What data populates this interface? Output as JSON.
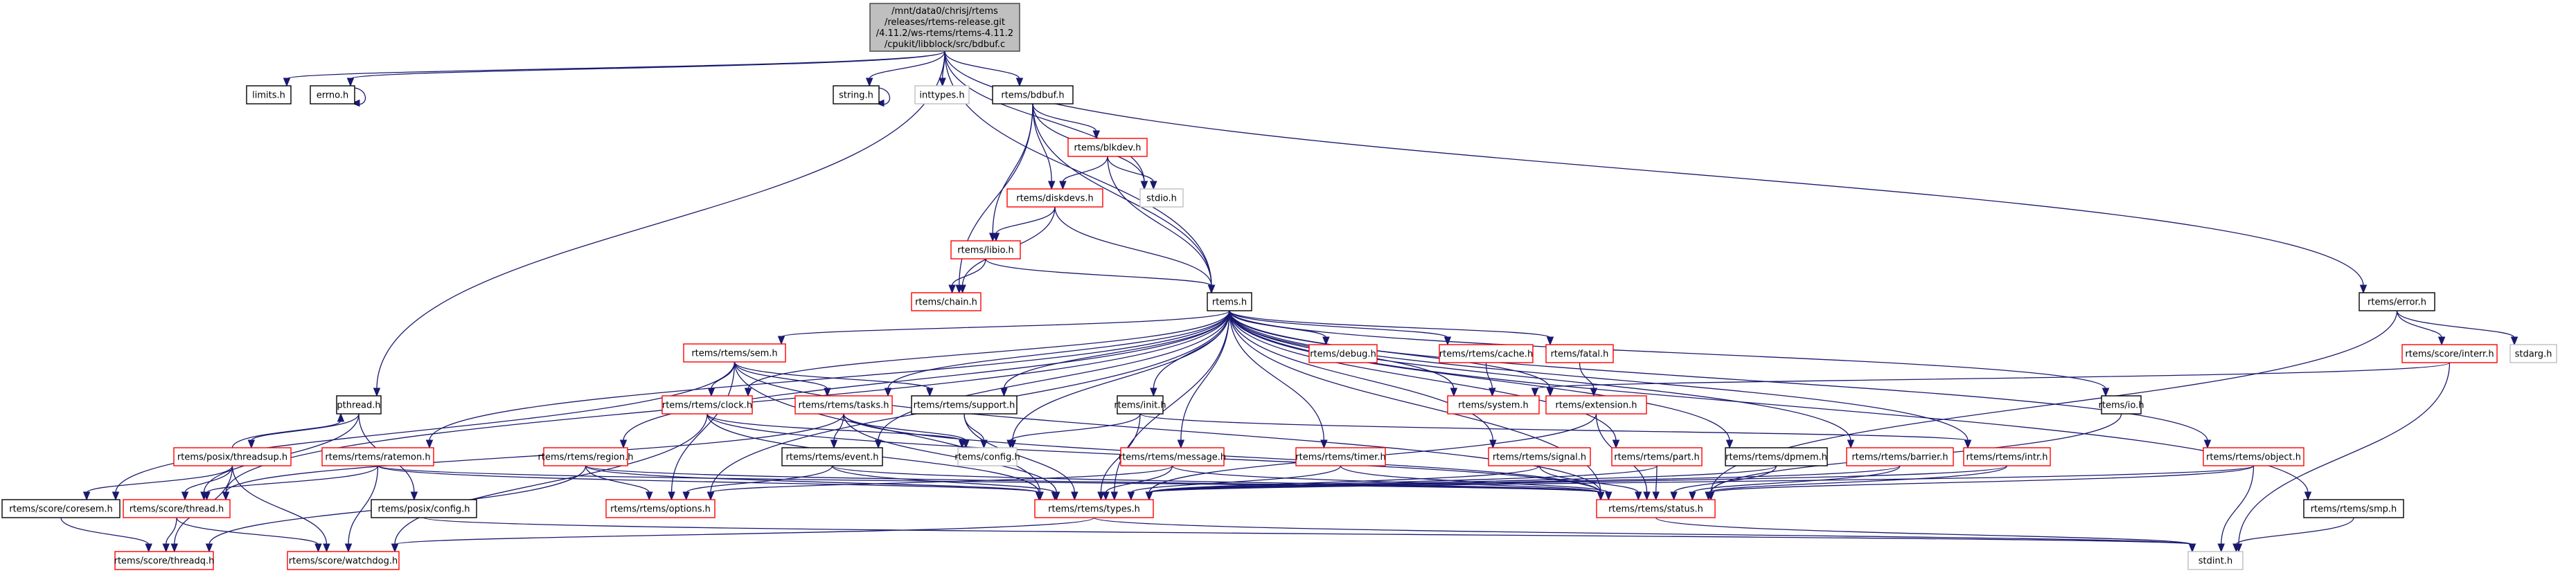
{
  "diagram": {
    "type": "include-dependency-graph",
    "colors": {
      "edge": "#191970",
      "root_fill": "#bfbfbf",
      "root_border": "#404040",
      "documented_border": "#000000",
      "truncated_border": "#ff0000",
      "external_border": "#bfbfbf",
      "node_fill": "#ffffff"
    },
    "nodes": [
      {
        "id": "root",
        "kind": "root",
        "lines": [
          "/mnt/data0/chrisj/rtems",
          "/releases/rtems-release.git",
          "/4.11.2/ws-rtems/rtems-4.11.2",
          "/cpukit/libblock/src/bdbuf.c"
        ]
      },
      {
        "id": "limits",
        "kind": "documented",
        "lines": [
          "limits.h"
        ]
      },
      {
        "id": "errno",
        "kind": "documented",
        "lines": [
          "errno.h"
        ]
      },
      {
        "id": "string",
        "kind": "documented",
        "lines": [
          "string.h"
        ]
      },
      {
        "id": "inttypes",
        "kind": "external",
        "lines": [
          "inttypes.h"
        ]
      },
      {
        "id": "bdbuf",
        "kind": "documented",
        "lines": [
          "rtems/bdbuf.h"
        ]
      },
      {
        "id": "blkdev",
        "kind": "truncated",
        "lines": [
          "rtems/blkdev.h"
        ]
      },
      {
        "id": "diskdevs",
        "kind": "truncated",
        "lines": [
          "rtems/diskdevs.h"
        ]
      },
      {
        "id": "stdio",
        "kind": "external",
        "lines": [
          "stdio.h"
        ]
      },
      {
        "id": "libio",
        "kind": "truncated",
        "lines": [
          "rtems/libio.h"
        ]
      },
      {
        "id": "chain",
        "kind": "truncated",
        "lines": [
          "rtems/chain.h"
        ]
      },
      {
        "id": "rtemsh",
        "kind": "documented",
        "lines": [
          "rtems.h"
        ]
      },
      {
        "id": "error",
        "kind": "documented",
        "lines": [
          "rtems/error.h"
        ]
      },
      {
        "id": "interr",
        "kind": "truncated",
        "lines": [
          "rtems/score/interr.h"
        ]
      },
      {
        "id": "stdarg",
        "kind": "external",
        "lines": [
          "stdarg.h"
        ]
      },
      {
        "id": "sem",
        "kind": "truncated",
        "lines": [
          "rtems/rtems/sem.h"
        ]
      },
      {
        "id": "debug",
        "kind": "truncated",
        "lines": [
          "rtems/debug.h"
        ]
      },
      {
        "id": "cache",
        "kind": "truncated",
        "lines": [
          "rtems/rtems/cache.h"
        ]
      },
      {
        "id": "fatal",
        "kind": "truncated",
        "lines": [
          "rtems/fatal.h"
        ]
      },
      {
        "id": "system",
        "kind": "truncated",
        "lines": [
          "rtems/system.h"
        ]
      },
      {
        "id": "extension",
        "kind": "truncated",
        "lines": [
          "rtems/extension.h"
        ]
      },
      {
        "id": "init",
        "kind": "documented",
        "lines": [
          "rtems/init.h"
        ]
      },
      {
        "id": "io",
        "kind": "documented",
        "lines": [
          "rtems/io.h"
        ]
      },
      {
        "id": "pthread",
        "kind": "documented",
        "lines": [
          "pthread.h"
        ]
      },
      {
        "id": "clock",
        "kind": "truncated",
        "lines": [
          "rtems/rtems/clock.h"
        ]
      },
      {
        "id": "tasks",
        "kind": "truncated",
        "lines": [
          "rtems/rtems/tasks.h"
        ]
      },
      {
        "id": "support",
        "kind": "documented",
        "lines": [
          "rtems/rtems/support.h"
        ]
      },
      {
        "id": "threadsup",
        "kind": "truncated",
        "lines": [
          "rtems/posix/threadsup.h"
        ]
      },
      {
        "id": "ratemon",
        "kind": "truncated",
        "lines": [
          "rtems/rtems/ratemon.h"
        ]
      },
      {
        "id": "region",
        "kind": "truncated",
        "lines": [
          "rtems/rtems/region.h"
        ]
      },
      {
        "id": "event",
        "kind": "documented",
        "lines": [
          "rtems/rtems/event.h"
        ]
      },
      {
        "id": "config",
        "kind": "external",
        "lines": [
          "rtems/config.h"
        ]
      },
      {
        "id": "message",
        "kind": "truncated",
        "lines": [
          "rtems/rtems/message.h"
        ]
      },
      {
        "id": "timer",
        "kind": "truncated",
        "lines": [
          "rtems/rtems/timer.h"
        ]
      },
      {
        "id": "signal",
        "kind": "truncated",
        "lines": [
          "rtems/rtems/signal.h"
        ]
      },
      {
        "id": "part",
        "kind": "truncated",
        "lines": [
          "rtems/rtems/part.h"
        ]
      },
      {
        "id": "dpmem",
        "kind": "documented",
        "lines": [
          "rtems/rtems/dpmem.h"
        ]
      },
      {
        "id": "barrier",
        "kind": "truncated",
        "lines": [
          "rtems/rtems/barrier.h"
        ]
      },
      {
        "id": "intr",
        "kind": "truncated",
        "lines": [
          "rtems/rtems/intr.h"
        ]
      },
      {
        "id": "object",
        "kind": "truncated",
        "lines": [
          "rtems/rtems/object.h"
        ]
      },
      {
        "id": "coresem",
        "kind": "documented",
        "lines": [
          "rtems/score/coresem.h"
        ]
      },
      {
        "id": "thread",
        "kind": "truncated",
        "lines": [
          "rtems/score/thread.h"
        ]
      },
      {
        "id": "posixconfig",
        "kind": "documented",
        "lines": [
          "rtems/posix/config.h"
        ]
      },
      {
        "id": "options",
        "kind": "truncated",
        "lines": [
          "rtems/rtems/options.h"
        ]
      },
      {
        "id": "types",
        "kind": "truncated",
        "lines": [
          "rtems/rtems/types.h"
        ]
      },
      {
        "id": "status",
        "kind": "truncated",
        "lines": [
          "rtems/rtems/status.h"
        ]
      },
      {
        "id": "smp",
        "kind": "documented",
        "lines": [
          "rtems/rtems/smp.h"
        ]
      },
      {
        "id": "threadq",
        "kind": "truncated",
        "lines": [
          "rtems/score/threadq.h"
        ]
      },
      {
        "id": "watchdog",
        "kind": "truncated",
        "lines": [
          "rtems/score/watchdog.h"
        ]
      },
      {
        "id": "stdint",
        "kind": "external",
        "lines": [
          "stdint.h"
        ]
      }
    ],
    "edges": [
      [
        "root",
        "limits"
      ],
      [
        "root",
        "errno"
      ],
      [
        "root",
        "string"
      ],
      [
        "root",
        "inttypes"
      ],
      [
        "root",
        "bdbuf"
      ],
      [
        "root",
        "stdio"
      ],
      [
        "root",
        "rtemsh"
      ],
      [
        "root",
        "error"
      ],
      [
        "root",
        "pthread"
      ],
      [
        "errno",
        "errno"
      ],
      [
        "string",
        "string"
      ],
      [
        "bdbuf",
        "blkdev"
      ],
      [
        "bdbuf",
        "diskdevs"
      ],
      [
        "bdbuf",
        "libio"
      ],
      [
        "bdbuf",
        "chain"
      ],
      [
        "bdbuf",
        "stdio"
      ],
      [
        "bdbuf",
        "rtemsh"
      ],
      [
        "blkdev",
        "diskdevs"
      ],
      [
        "blkdev",
        "stdio"
      ],
      [
        "blkdev",
        "rtemsh"
      ],
      [
        "diskdevs",
        "libio"
      ],
      [
        "diskdevs",
        "chain"
      ],
      [
        "diskdevs",
        "rtemsh"
      ],
      [
        "libio",
        "chain"
      ],
      [
        "libio",
        "rtemsh"
      ],
      [
        "rtemsh",
        "sem"
      ],
      [
        "rtemsh",
        "debug"
      ],
      [
        "rtemsh",
        "cache"
      ],
      [
        "rtemsh",
        "fatal"
      ],
      [
        "rtemsh",
        "system"
      ],
      [
        "rtemsh",
        "extension"
      ],
      [
        "rtemsh",
        "init"
      ],
      [
        "rtemsh",
        "io"
      ],
      [
        "rtemsh",
        "clock"
      ],
      [
        "rtemsh",
        "tasks"
      ],
      [
        "rtemsh",
        "support"
      ],
      [
        "rtemsh",
        "ratemon"
      ],
      [
        "rtemsh",
        "region"
      ],
      [
        "rtemsh",
        "event"
      ],
      [
        "rtemsh",
        "config"
      ],
      [
        "rtemsh",
        "message"
      ],
      [
        "rtemsh",
        "timer"
      ],
      [
        "rtemsh",
        "signal"
      ],
      [
        "rtemsh",
        "part"
      ],
      [
        "rtemsh",
        "dpmem"
      ],
      [
        "rtemsh",
        "barrier"
      ],
      [
        "rtemsh",
        "intr"
      ],
      [
        "rtemsh",
        "object"
      ],
      [
        "rtemsh",
        "options"
      ],
      [
        "rtemsh",
        "types"
      ],
      [
        "rtemsh",
        "status"
      ],
      [
        "rtemsh",
        "smp"
      ],
      [
        "rtemsh",
        "thread"
      ],
      [
        "cache",
        "system"
      ],
      [
        "fatal",
        "extension"
      ],
      [
        "interr",
        "system"
      ],
      [
        "error",
        "interr"
      ],
      [
        "error",
        "stdarg"
      ],
      [
        "error",
        "status"
      ],
      [
        "interr",
        "stdint"
      ],
      [
        "sem",
        "clock"
      ],
      [
        "sem",
        "tasks"
      ],
      [
        "sem",
        "support"
      ],
      [
        "sem",
        "types"
      ],
      [
        "sem",
        "coresem"
      ],
      [
        "sem",
        "options"
      ],
      [
        "sem",
        "status"
      ],
      [
        "tasks",
        "event"
      ],
      [
        "tasks",
        "types"
      ],
      [
        "tasks",
        "thread"
      ],
      [
        "tasks",
        "status"
      ],
      [
        "tasks",
        "config"
      ],
      [
        "clock",
        "types"
      ],
      [
        "clock",
        "status"
      ],
      [
        "clock",
        "config"
      ],
      [
        "clock",
        "watchdog"
      ],
      [
        "support",
        "types"
      ],
      [
        "support",
        "config"
      ],
      [
        "init",
        "config"
      ],
      [
        "init",
        "types"
      ],
      [
        "init",
        "intr"
      ],
      [
        "io",
        "status"
      ],
      [
        "extension",
        "types"
      ],
      [
        "extension",
        "status"
      ],
      [
        "pthread",
        "threadsup"
      ],
      [
        "pthread",
        "thread"
      ],
      [
        "pthread",
        "posixconfig"
      ],
      [
        "threadsup",
        "pthread"
      ],
      [
        "threadsup",
        "coresem"
      ],
      [
        "threadsup",
        "thread"
      ],
      [
        "threadsup",
        "threadq"
      ],
      [
        "threadsup",
        "watchdog"
      ],
      [
        "ratemon",
        "thread"
      ],
      [
        "ratemon",
        "watchdog"
      ],
      [
        "ratemon",
        "types"
      ],
      [
        "ratemon",
        "status"
      ],
      [
        "region",
        "options"
      ],
      [
        "region",
        "types"
      ],
      [
        "region",
        "threadq"
      ],
      [
        "region",
        "status"
      ],
      [
        "event",
        "options"
      ],
      [
        "event",
        "types"
      ],
      [
        "event",
        "status"
      ],
      [
        "message",
        "options"
      ],
      [
        "message",
        "types"
      ],
      [
        "message",
        "status"
      ],
      [
        "timer",
        "types"
      ],
      [
        "timer",
        "status"
      ],
      [
        "signal",
        "types"
      ],
      [
        "signal",
        "status"
      ],
      [
        "part",
        "types"
      ],
      [
        "part",
        "status"
      ],
      [
        "dpmem",
        "types"
      ],
      [
        "dpmem",
        "status"
      ],
      [
        "barrier",
        "types"
      ],
      [
        "barrier",
        "status"
      ],
      [
        "intr",
        "types"
      ],
      [
        "intr",
        "status"
      ],
      [
        "object",
        "types"
      ],
      [
        "object",
        "status"
      ],
      [
        "object",
        "stdint"
      ],
      [
        "coresem",
        "threadq"
      ],
      [
        "thread",
        "threadq"
      ],
      [
        "thread",
        "watchdog"
      ],
      [
        "posixconfig",
        "stdint"
      ],
      [
        "types",
        "watchdog"
      ],
      [
        "types",
        "stdint"
      ],
      [
        "smp",
        "stdint"
      ],
      [
        "status",
        "stdint"
      ]
    ]
  }
}
